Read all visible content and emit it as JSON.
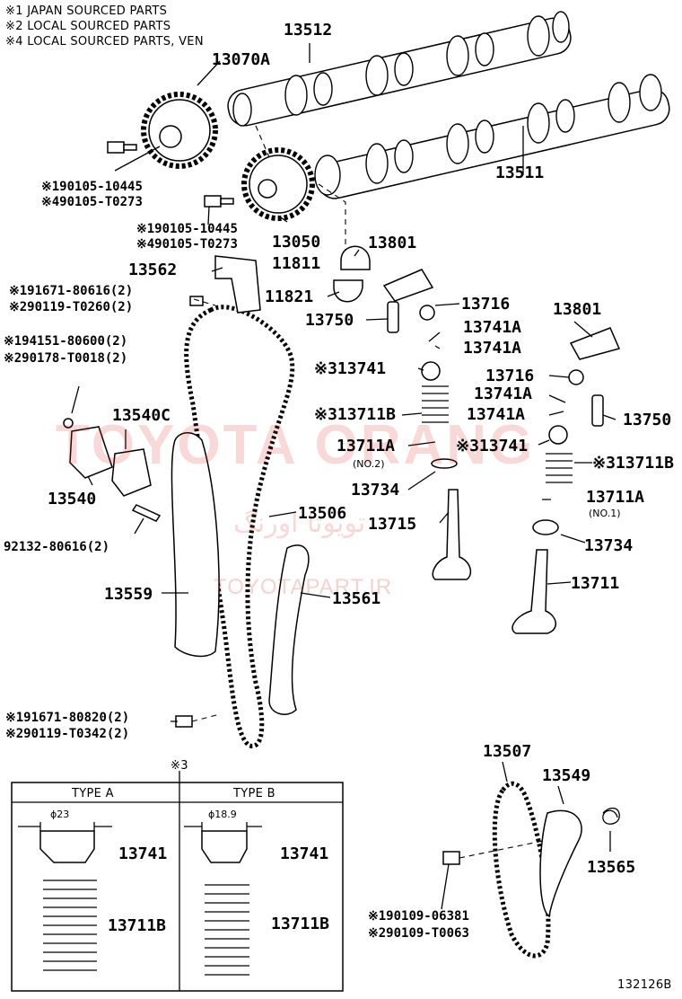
{
  "notes": [
    "※1 JAPAN SOURCED PARTS",
    "※2 LOCAL SOURCED PARTS",
    "※4 LOCAL SOURCED PARTS, VEN"
  ],
  "parts": {
    "p13512": "13512",
    "p13070A": "13070A",
    "p13511": "13511",
    "b1a": "※190105-10445",
    "b1b": "※490105-T0273",
    "b2a": "※190105-10445",
    "b2b": "※490105-T0273",
    "p13050": "13050",
    "p13801a": "13801",
    "p11811": "11811",
    "p13562": "13562",
    "p11821": "11821",
    "b3a": "※191671-80616(2)",
    "b3b": "※290119-T0260(2)",
    "p13716a": "13716",
    "p13750a": "13750",
    "p13741Aa": "13741A",
    "p13741Ab": "13741A",
    "p13801b": "13801",
    "b4a": "※194151-80600(2)",
    "b4b": "※290178-T0018(2)",
    "p13741a": "※313741",
    "p13716b": "13716",
    "p13741Ac": "13741A",
    "p13741Ad": "13741A",
    "p13540C": "13540C",
    "p13711Ba": "※313711B",
    "p13750b": "13750",
    "p13711Aa": "13711A",
    "no2": "(NO.2)",
    "p13741b": "※313741",
    "p13711Bb": "※313711B",
    "p13540": "13540",
    "p13734a": "13734",
    "p13711Ab": "13711A",
    "no1": "(NO.1)",
    "p13506": "13506",
    "p13715": "13715",
    "b5": "92132-80616(2)",
    "p13734b": "13734",
    "p13559": "13559",
    "p13561": "13561",
    "p13711": "13711",
    "b6a": "※191671-80820(2)",
    "b6b": "※290119-T0342(2)",
    "p13507": "13507",
    "p13549": "13549",
    "p13565": "13565",
    "b7a": "※190109-06381",
    "b7b": "※290109-T0063",
    "figure_id": "132126B"
  },
  "inset": {
    "marker": "※3",
    "type_a": "TYPE A",
    "type_b": "TYPE B",
    "dim_a": "ϕ23",
    "dim_b": "ϕ18.9",
    "retainer_a": "13741",
    "spring_a": "13711B",
    "retainer_b": "13741",
    "spring_b": "13711B"
  },
  "watermark": {
    "brand": "TOYOTA ORANG",
    "persian": "تویوتا اورنگ",
    "site": "TOYOTAPART.IR"
  },
  "colors": {
    "watermark": "#dc2828"
  }
}
